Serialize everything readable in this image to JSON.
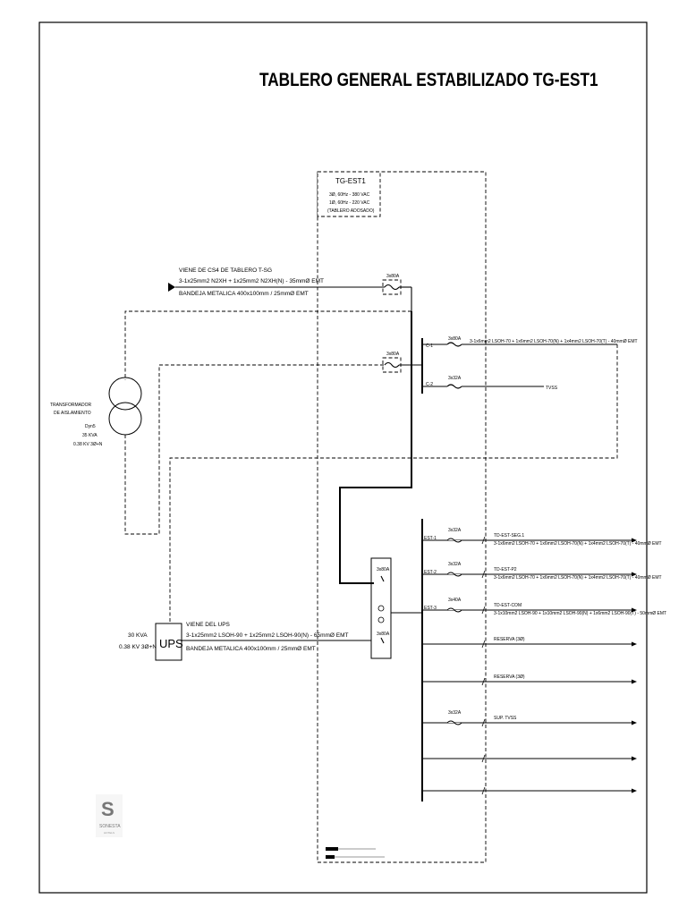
{
  "title": "TABLERO GENERAL ESTABILIZADO TG-EST1",
  "panel": {
    "name": "TG-EST1",
    "spec_line1": "3Ø, 60Hz - 380 VAC",
    "spec_line2": "1Ø, 60Hz - 220 VAC",
    "spec_line3": "(TABLERO ADOSADO)"
  },
  "feeder_tsg": {
    "line1": "VIENE DE CS4 DE TABLERO T-SG",
    "line2": "3-1x25mm2 N2XH + 1x25mm2 N2XH(N) - 35mmØ EMT",
    "line3": "BANDEJA METALICA 400x100mm / 25mmØ EMT",
    "breaker": "3x80A"
  },
  "transformer": {
    "line1": "TRANSFORMADOR",
    "line2": "DE AISLAMIENTO",
    "line3": "Dyn5",
    "line4": "35 KVA",
    "line5": "0.38 KV 3Ø+N"
  },
  "transformer_breaker": "3x80A",
  "circuits_top": [
    {
      "id": "C-1",
      "breaker": "3x80A",
      "desc": "3-1x6mm2 LSOH-70 + 1x6mm2 LSOH-70(N) + 1x4mm2 LSOH-70(T) - 40mmØ EMT"
    },
    {
      "id": "C-2",
      "breaker": "3x32A",
      "desc": "TVSS"
    }
  ],
  "ups": {
    "label": "UPS",
    "rating": "30 KVA",
    "voltage": "0.38 KV 3Ø+N",
    "line1": "VIENE DEL UPS",
    "line2": "3-1x25mm2 LSOH-90 + 1x25mm2 LSOH-90(N) - 65mmØ EMT",
    "line3": "BANDEJA METALICA 400x100mm / 25mmØ EMT"
  },
  "transfer_switch": {
    "breaker_top": "3x80A",
    "breaker_bot": "3x80A"
  },
  "circuits_bottom": [
    {
      "id": "EST-1",
      "breaker": "3x32A",
      "to": "TD-EST-SEG.1",
      "desc": "3-1x6mm2 LSOH-70 + 1x6mm2 LSOH-70(N) + 1x4mm2 LSOH-70(T) - 40mmØ EMT"
    },
    {
      "id": "EST-2",
      "breaker": "3x32A",
      "to": "TD-EST-P2",
      "desc": "3-1x6mm2 LSOH-70 + 1x6mm2 LSOH-70(N) + 1x4mm2 LSOH-70(T) - 40mmØ EMT"
    },
    {
      "id": "EST-3",
      "breaker": "3x40A",
      "to": "TD-EST-COM",
      "desc": "3-1x10mm2 LSOH-90 + 1x10mm2 LSOH-90(N) + 1x6mm2 LSOH-90(T) - 50mmØ EMT"
    },
    {
      "id": "",
      "breaker": "",
      "to": "RESERVA (3Ø)",
      "desc": ""
    },
    {
      "id": "",
      "breaker": "",
      "to": "RESERVA (3Ø)",
      "desc": ""
    },
    {
      "id": "",
      "breaker": "3x32A",
      "to": "SUP. TVSS",
      "desc": ""
    }
  ],
  "logo": {
    "letter": "S",
    "name": "SONESTA",
    "sub": "HOTELS"
  }
}
